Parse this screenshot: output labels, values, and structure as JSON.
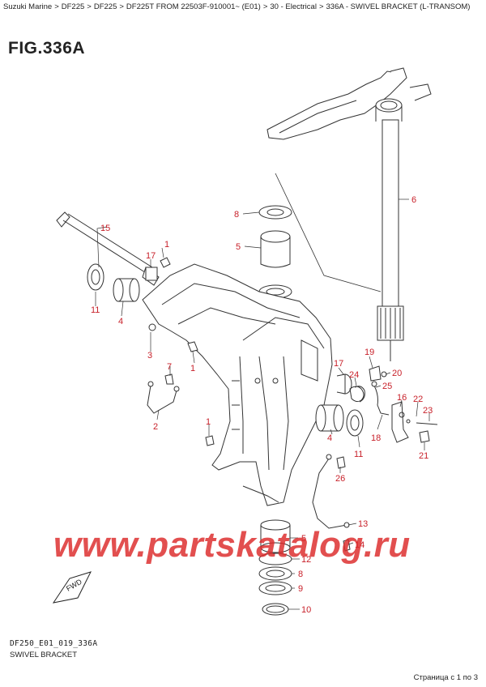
{
  "breadcrumb": [
    "Suzuki Marine",
    "DF225",
    "DF225",
    "DF225T FROM 22503F-910001~ (E01)",
    "30 - Electrical",
    "336A - SWIVEL BRACKET (L-TRANSOM)"
  ],
  "breadcrumb_sep": ">",
  "figure_title": "FIG.336A",
  "part_callouts": [
    "1",
    "1",
    "1",
    "2",
    "3",
    "4",
    "4",
    "5",
    "5",
    "6",
    "7",
    "8",
    "8",
    "9",
    "10",
    "11",
    "11",
    "12",
    "13",
    "14",
    "15",
    "16",
    "17",
    "17",
    "18",
    "19",
    "20",
    "21",
    "22",
    "23",
    "24",
    "25",
    "26"
  ],
  "fwd_label": "FWD",
  "watermark": "www.partskatalog.ru",
  "footer": {
    "code": "DF250_E01_019_336A",
    "name": "SWIVEL BRACKET"
  },
  "pager": "Страница с 1 по 3",
  "colors": {
    "callout": "#c8212a",
    "watermark": "#dc2828",
    "line": "#333333"
  }
}
